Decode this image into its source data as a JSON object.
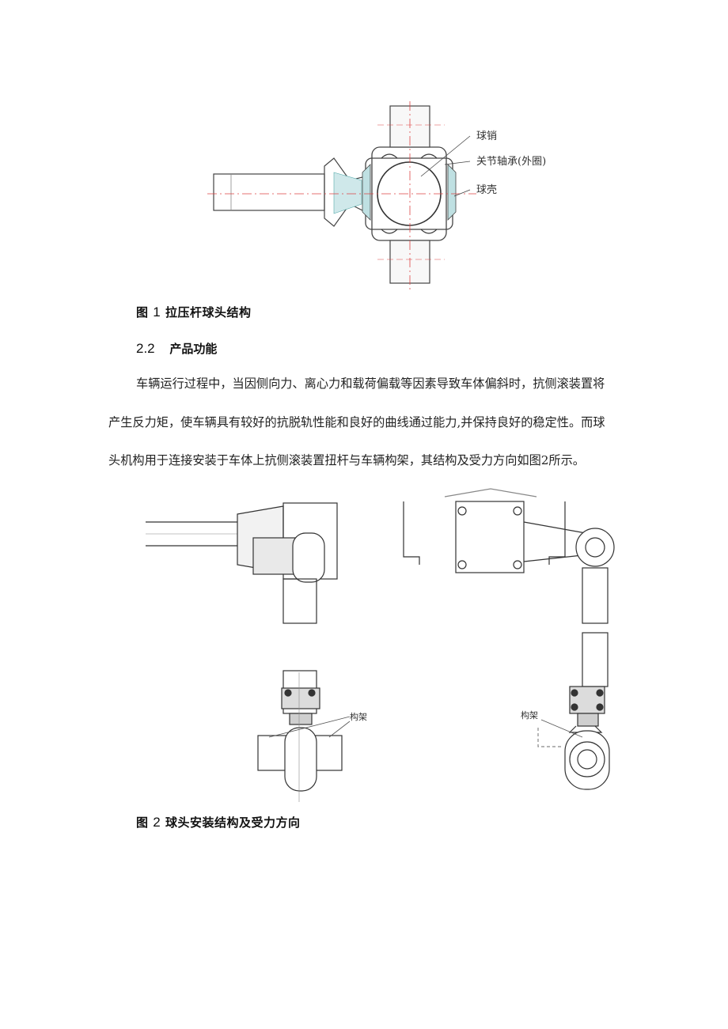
{
  "figure1": {
    "labels": {
      "ball_pin": "球销",
      "joint_bearing": "关节轴承(外圈)",
      "ball_shell": "球壳"
    },
    "caption_prefix": "图",
    "caption_number": "1",
    "caption_text": "拉压杆球头结构"
  },
  "section": {
    "number": "2.2",
    "title": "产品功能"
  },
  "paragraph": {
    "line1": "车辆运行过程中，当因侧向力、离心力和载荷偏载等因素导致车体偏斜时，抗侧滚装置将",
    "line2": "产生反力矩，使车辆具有较好的抗脱轨性能和良好的曲线通过能力,并保持良好的稳定性。而球",
    "line3": "头机构用于连接安装于车体上抗侧滚装置扭杆与车辆构架，其结构及受力方向如图2所示。"
  },
  "figure2": {
    "labels": {
      "frame_left": "构架",
      "frame_right": "构架"
    },
    "caption_prefix": "图",
    "caption_number": "2",
    "caption_text": "球头安装结构及受力方向"
  }
}
